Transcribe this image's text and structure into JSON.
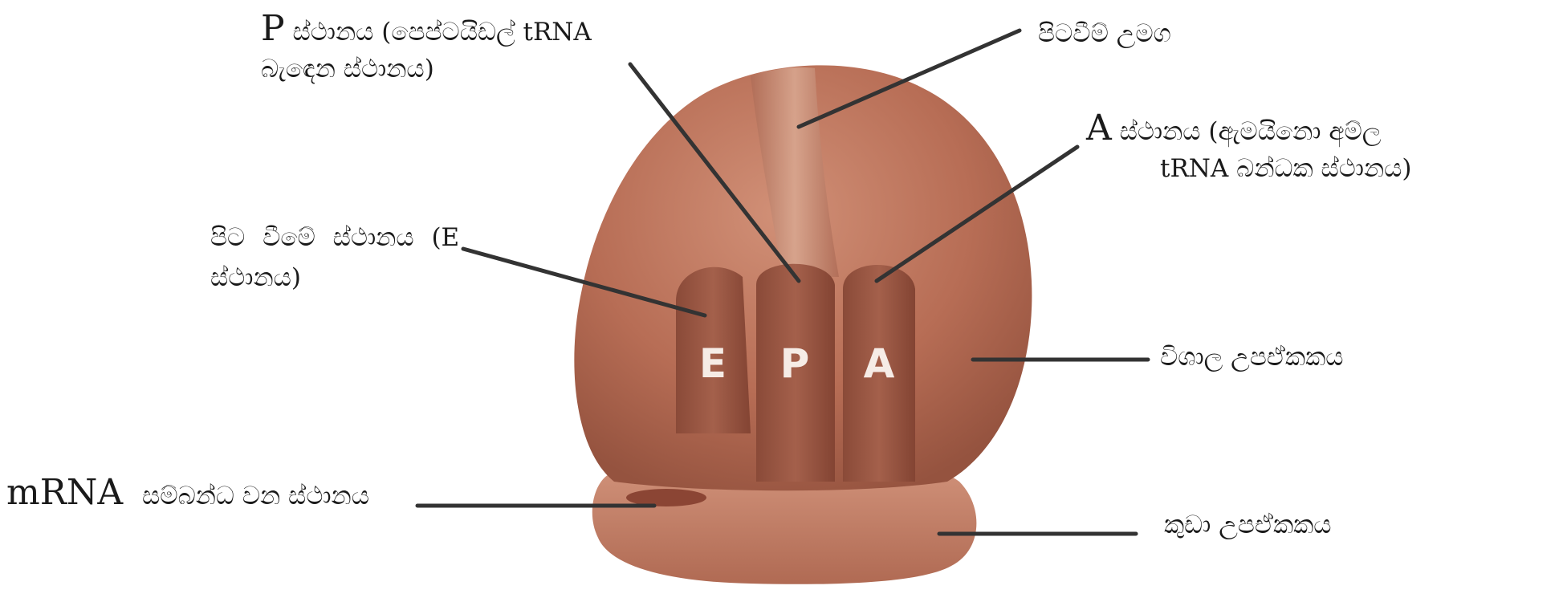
{
  "site_letters": {
    "e": "E",
    "p": "P",
    "a": "A"
  },
  "labels": {
    "p_site_prefix": "P",
    "p_site_line1": "ස්ථානය (පෙප්ටයිඩල් tRNA",
    "p_site_line2": "බැඳෙන ස්ථානය)",
    "exit_tunnel": "පිටවීම් උමග",
    "a_site_prefix": "A",
    "a_site_line1": "ස්ථානය (ඇමයිනො අම්ල",
    "a_site_line2": "tRNA බන්ධක ස්ථානය)",
    "e_site_line1": "පිට වීමේ ස්ථානය (E",
    "e_site_line2": "ස්ථානය)",
    "large_subunit": "විශාල උපඒකකය",
    "mrna_prefix": "mRNA",
    "mrna_site": "සම්බන්ධ වන ස්ථානය",
    "small_subunit": "කුඩා උපඒකකය"
  },
  "colors": {
    "large_subunit": "#b97058",
    "small_subunit": "#c07d67",
    "site_channel": "#8f4c3a",
    "leader_line": "#333333"
  }
}
